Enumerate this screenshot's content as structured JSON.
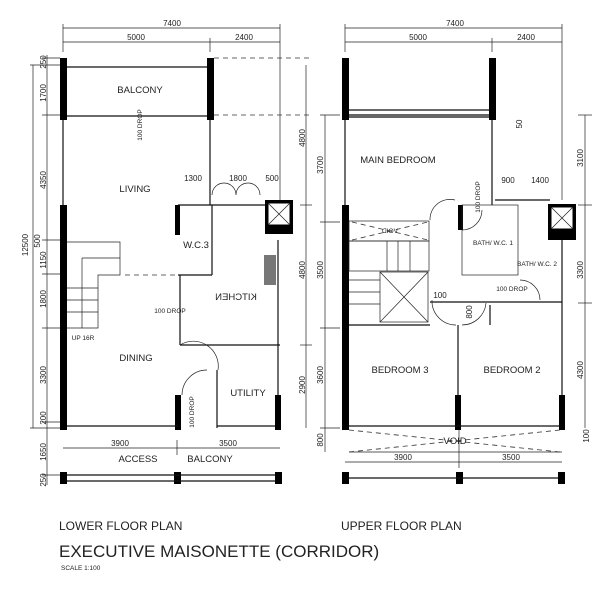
{
  "lower_plan": {
    "title": "LOWER FLOOR PLAN",
    "dims_top": {
      "total": "7400",
      "left": "5000",
      "right": "2400"
    },
    "dims_left": [
      "250",
      "1700",
      "4350",
      "12500",
      "500",
      "1150",
      "1800",
      "3300",
      "200",
      "1650",
      "250"
    ],
    "dims_right": [
      "4800",
      "4800",
      "2900"
    ],
    "dims_inner": {
      "a": "1300",
      "b": "1800",
      "c": "500"
    },
    "dims_bottom": {
      "left": "3900",
      "right": "3500"
    },
    "rooms": {
      "balcony": "BALCONY",
      "living": "LIVING",
      "wc3": "W.C.3",
      "kitchen": "KITCHEN",
      "dining": "DINING",
      "utility": "UTILITY",
      "access": "ACCESS",
      "balcony_bottom": "BALCONY"
    },
    "notes": {
      "drop1": "100 DROP",
      "drop2": "100 DROP",
      "drop3": "100 DROP",
      "stairs": "UP 16R"
    }
  },
  "upper_plan": {
    "title": "UPPER FLOOR PLAN",
    "dims_top": {
      "total": "7400",
      "left": "5000",
      "right": "2400"
    },
    "dims_left": [
      "3700",
      "3500",
      "3600",
      "800"
    ],
    "dims_right": [
      "50",
      "3100",
      "3300",
      "4300",
      "100"
    ],
    "dims_inner": {
      "a": "900",
      "b": "1400",
      "c": "100",
      "d": "800"
    },
    "dims_bottom": {
      "left": "3900",
      "right": "3500"
    },
    "rooms": {
      "main_bedroom": "MAIN BEDROOM",
      "void_top": "VOID",
      "bath1": "BATH/ W.C. 1",
      "bath2": "BATH/ W.C. 2",
      "bedroom3": "BEDROOM 3",
      "bedroom2": "BEDROOM 2",
      "void_bottom": "VOID"
    },
    "notes": {
      "drop1": "100 DROP",
      "drop2": "100 DROP"
    }
  },
  "footer": {
    "title": "EXECUTIVE MAISONETTE (CORRIDOR)",
    "scale": "SCALE 1:100"
  }
}
